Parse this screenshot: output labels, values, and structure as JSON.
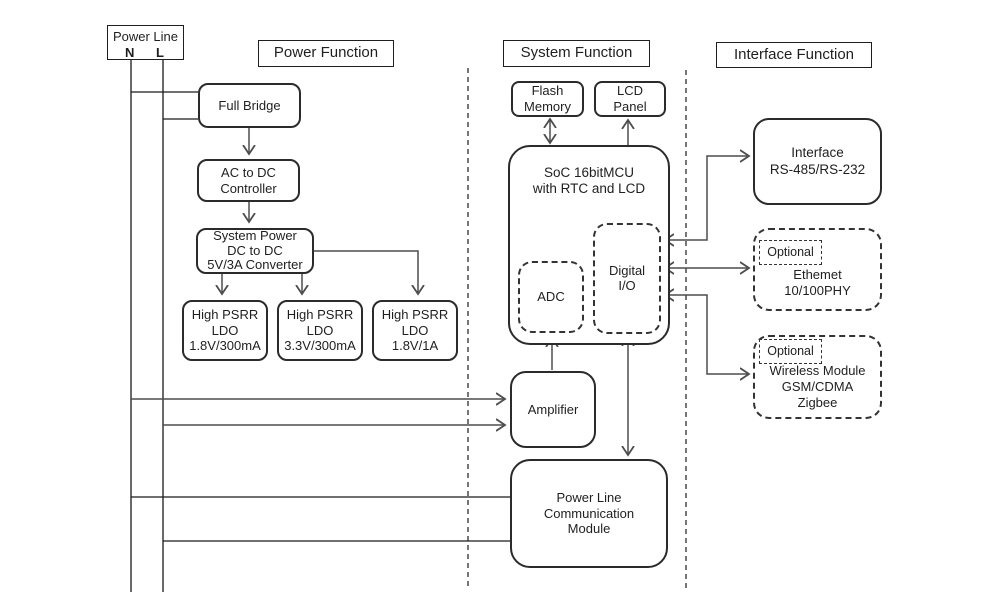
{
  "titles": {
    "power": "Power Function",
    "system": "System Function",
    "interface": "Interface Function"
  },
  "power_line_source": {
    "label": "Power Line",
    "neutral": "N",
    "line": "L"
  },
  "power_blocks": {
    "full_bridge": "Full Bridge",
    "ac_dc_controller": "AC to DC\nController",
    "dc_dc_converter": "System Power\nDC to DC\n5V/3A Converter",
    "ldo1": "High PSRR\nLDO\n1.8V/300mA",
    "ldo2": "High PSRR\nLDO\n3.3V/300mA",
    "ldo3": "High PSRR\nLDO\n1.8V/1A"
  },
  "system_blocks": {
    "flash": "Flash\nMemory",
    "lcd": "LCD\nPanel",
    "soc": "SoC 16bitMCU\nwith RTC and LCD",
    "adc": "ADC",
    "digital_io": "Digital\nI/O",
    "amplifier": "Amplifier",
    "plc_module": "Power Line\nCommunication\nModule"
  },
  "interface_blocks": {
    "rs_interface": "Interface\nRS-485/RS-232",
    "optional": "Optional",
    "ethernet": "Ethemet\n10/100PHY",
    "wireless": "Wireless Module\nGSM/CDMA\nZigbee"
  },
  "colors": {
    "background": "#ffffff",
    "box_border": "#2b2b2b",
    "connector": "#4d4d4d",
    "structure_line": "#1a1a1a",
    "text": "#1f1f1f"
  }
}
